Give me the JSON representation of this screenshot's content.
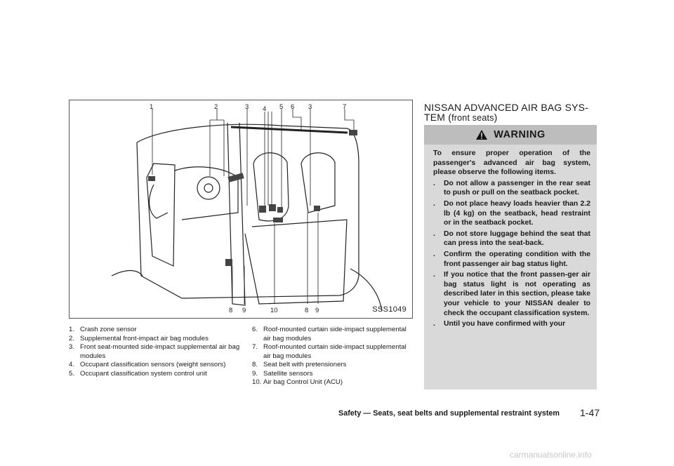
{
  "figure": {
    "code": "SSS1049",
    "top_callouts": [
      "1",
      "2",
      "3",
      "4",
      "5",
      "6",
      "3",
      "7"
    ],
    "bottom_callouts": [
      "8",
      "9",
      "10",
      "8",
      "9"
    ]
  },
  "captions_left": [
    {
      "num": "1.",
      "text": "Crash zone sensor"
    },
    {
      "num": "2.",
      "text": "Supplemental front-impact air bag modules"
    },
    {
      "num": "3.",
      "text": "Front seat-mounted side-impact supplemental air bag modules"
    },
    {
      "num": "4.",
      "text": "Occupant classification sensors (weight sensors)"
    },
    {
      "num": "5.",
      "text": "Occupant classification system control unit"
    }
  ],
  "captions_right": [
    {
      "num": "6.",
      "text": "Roof-mounted curtain side-impact supplemental air bag modules"
    },
    {
      "num": "7.",
      "text": "Roof-mounted curtain side-impact supplemental air bag modules"
    },
    {
      "num": "8.",
      "text": "Seat belt with pretensioners"
    },
    {
      "num": "9.",
      "text": "Satellite sensors"
    },
    {
      "num": "10.",
      "text": "Air bag Control Unit (ACU)"
    }
  ],
  "section": {
    "title_line1": "NISSAN ADVANCED AIR BAG SYS-",
    "title_line2": "TEM (",
    "title_small": "front seats",
    "title_end": ")"
  },
  "warning": {
    "title": "WARNING",
    "intro": "To ensure proper operation of the passenger's advanced air bag system, please observe the following items.",
    "bullet": ".",
    "items": [
      "Do not allow a passenger in the rear seat to push or pull on the seatback pocket.",
      "Do not place heavy loads heavier than 2.2 lb (4 kg) on the seatback, head restraint or in the seatback pocket.",
      "Do not store luggage behind the seat that can press into the seat-back.",
      "Confirm the operating condition with the front passenger air bag status light.",
      "If you notice that the front passen-ger air bag status light is not operating as described later in this section, please take your vehicle to your NISSAN dealer to check the occupant classification system.",
      "Until you have confirmed with your"
    ]
  },
  "footer": {
    "text": "Safety — Seats, seat belts and supplemental restraint system",
    "page": "1-47"
  },
  "watermark": "carmanualsonline.info"
}
